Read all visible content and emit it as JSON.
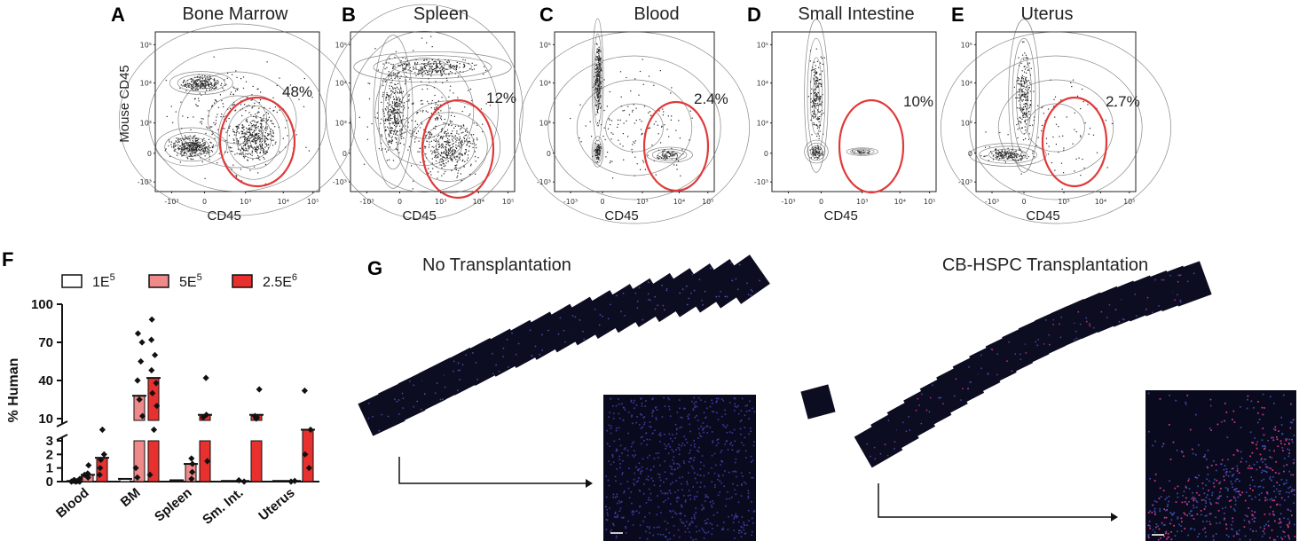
{
  "flow_panels": [
    {
      "letter": "A",
      "title": "Bone Marrow",
      "percent": "48%",
      "xlabel": "CD45",
      "ylabel": "Mouse CD45"
    },
    {
      "letter": "B",
      "title": "Spleen",
      "percent": "12%",
      "xlabel": "CD45",
      "ylabel": ""
    },
    {
      "letter": "C",
      "title": "Blood",
      "percent": "2.4%",
      "xlabel": "CD45",
      "ylabel": ""
    },
    {
      "letter": "D",
      "title": "Small Intestine",
      "percent": "10%",
      "xlabel": "CD45",
      "ylabel": ""
    },
    {
      "letter": "E",
      "title": "Uterus",
      "percent": "2.7%",
      "xlabel": "CD45",
      "ylabel": ""
    }
  ],
  "flow_ticks": {
    "y": [
      "10⁵",
      "10⁴",
      "10³",
      "0",
      "-10³"
    ],
    "x": [
      "-10³",
      "0",
      "10³",
      "10⁴",
      "10⁵"
    ]
  },
  "gate_color": "#e03a3a",
  "panel_f": {
    "letter": "F"
  },
  "panel_g": {
    "letter": "G",
    "left_title": "No Transplantation",
    "right_title": "CB-HSPC Transplantation"
  },
  "chart_data": {
    "type": "bar",
    "ylabel": "% Human",
    "categories": [
      "Blood",
      "BM",
      "Spleen",
      "Sm. Int.",
      "Uterus"
    ],
    "yticks_upper": [
      "100",
      "70",
      "40",
      "10"
    ],
    "yticks_lower": [
      "3",
      "2",
      "1",
      "0"
    ],
    "ylim": [
      0,
      100
    ],
    "legend_placement": "top",
    "series": [
      {
        "name": "1E5",
        "exponent": "5",
        "base": "1E",
        "color": "#ffffff",
        "values": [
          0.05,
          0.2,
          0.1,
          0.05,
          0.05
        ],
        "points": [
          [
            0,
            0.1
          ],
          [
            0,
            0.05
          ],
          [
            0.1,
            0
          ],
          [
            0.2,
            0.3
          ],
          [
            0.1,
            0.2
          ],
          [
            0,
            0.1
          ],
          [
            0.05,
            0.05
          ],
          [
            0,
            0
          ],
          [
            0,
            0.02
          ],
          [
            0,
            0
          ]
        ]
      },
      {
        "name": "5E5",
        "exponent": "5",
        "base": "5E",
        "color": "#f08a8a",
        "values": [
          0.5,
          28,
          1.3,
          0.05,
          0.05
        ],
        "points": [
          [
            0,
            0.6
          ],
          [
            0,
            0.3
          ],
          [
            0,
            1.2
          ],
          [
            0,
            0.5
          ],
          [
            1,
            77
          ],
          [
            1,
            70
          ],
          [
            1,
            55
          ],
          [
            1,
            40
          ],
          [
            1,
            25
          ],
          [
            1,
            12
          ],
          [
            1,
            1
          ],
          [
            1,
            0.3
          ],
          [
            2,
            1.7
          ],
          [
            2,
            1.3
          ],
          [
            2,
            0.7
          ],
          [
            2,
            0.2
          ],
          [
            3,
            0.1
          ],
          [
            3,
            0
          ],
          [
            4,
            0.05
          ],
          [
            4,
            0
          ]
        ]
      },
      {
        "name": "2.5E6",
        "exponent": "6",
        "base": "2.5E",
        "color": "#e8302e",
        "values": [
          1.75,
          42,
          13,
          13,
          6
        ],
        "points": [
          [
            0,
            7
          ],
          [
            0,
            2
          ],
          [
            0,
            1.6
          ],
          [
            0,
            1
          ],
          [
            0,
            0.5
          ],
          [
            1,
            88
          ],
          [
            1,
            72
          ],
          [
            1,
            60
          ],
          [
            1,
            48
          ],
          [
            1,
            38
          ],
          [
            1,
            30
          ],
          [
            1,
            20
          ],
          [
            1,
            8
          ],
          [
            1,
            0.5
          ],
          [
            2,
            42
          ],
          [
            2,
            13
          ],
          [
            2,
            11
          ],
          [
            2,
            1.5
          ],
          [
            3,
            33
          ],
          [
            3,
            12
          ],
          [
            3,
            11
          ],
          [
            3,
            10
          ],
          [
            4,
            32
          ],
          [
            4,
            5
          ],
          [
            4,
            2
          ],
          [
            4,
            1
          ]
        ]
      }
    ]
  }
}
